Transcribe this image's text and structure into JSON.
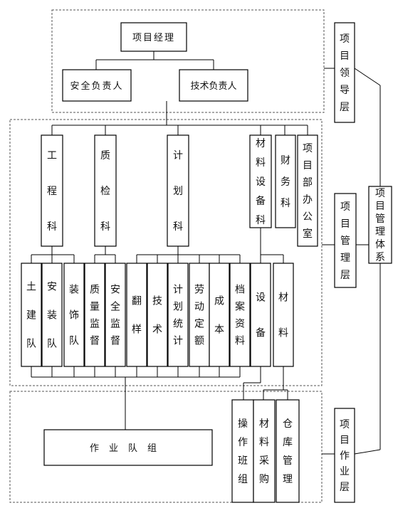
{
  "top": {
    "manager": "项目经理",
    "safety_lead": "安全负责人",
    "tech_lead": "技术负责人"
  },
  "departments": {
    "engineering": "工程科",
    "quality": "质检科",
    "planning": "计划科",
    "materials_equipment": "材料设备科",
    "finance": "财务科",
    "office": "项目部办公室"
  },
  "units": {
    "civil_team": "土建队",
    "install_team": "安装队",
    "decoration_team": "装饰队",
    "quality_supervision": "质量监督",
    "safety_supervision": "安全监督",
    "drawing": "翻样",
    "technical": "技术",
    "plan_statistics": "计划统计",
    "labor_quota": "劳动定额",
    "cost": "成本",
    "archives": "档案资料",
    "equipment": "设备",
    "material": "材料"
  },
  "operations": {
    "work_teams": "作业队组",
    "op_squad": "操作班组",
    "procurement": "材料采购",
    "warehouse": "仓库管理"
  },
  "layers": {
    "leadership": "项目领导层",
    "management": "项目管理层",
    "system": "项目管理体系",
    "operation": "项目作业层"
  }
}
